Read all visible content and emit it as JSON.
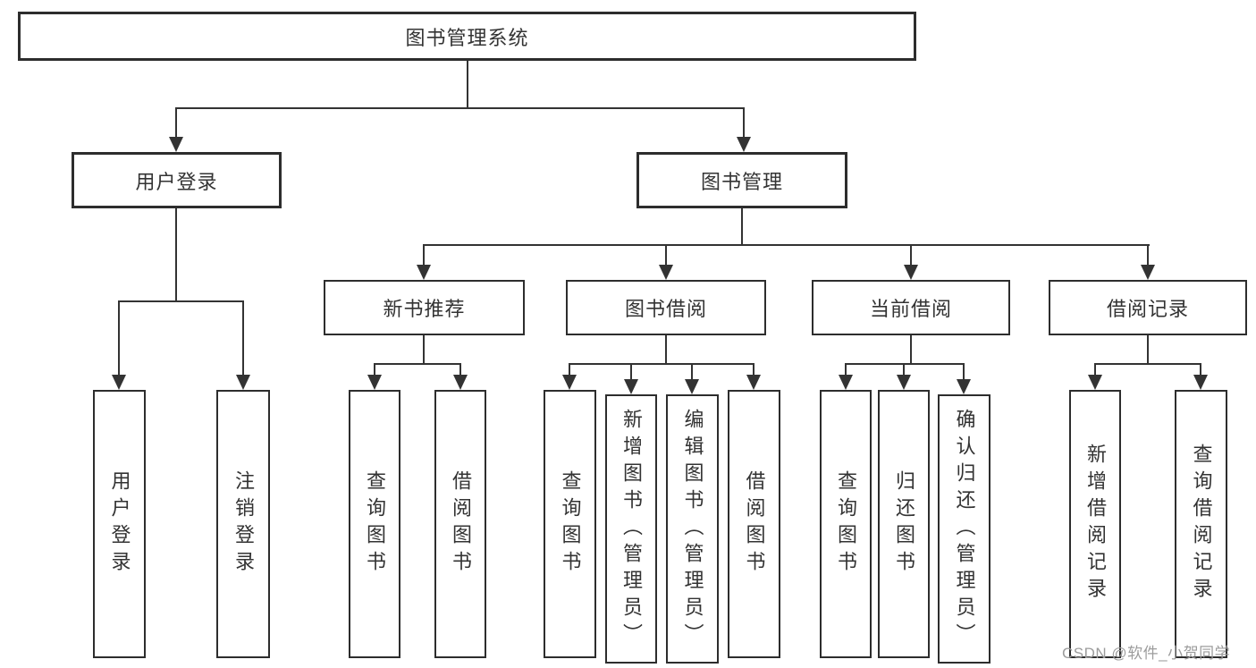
{
  "diagram": {
    "title": "图书管理系统",
    "root": {
      "label": "图书管理系统"
    },
    "level1": [
      {
        "label": "用户登录",
        "children": [
          {
            "label": "用户登录"
          },
          {
            "label": "注销登录"
          }
        ]
      },
      {
        "label": "图书管理",
        "children": [
          {
            "label": "新书推荐",
            "children": [
              {
                "label": "查询图书"
              },
              {
                "label": "借阅图书"
              }
            ]
          },
          {
            "label": "图书借阅",
            "children": [
              {
                "label": "查询图书"
              },
              {
                "label": "新增图书（管理员）"
              },
              {
                "label": "编辑图书（管理员）"
              },
              {
                "label": "借阅图书"
              }
            ]
          },
          {
            "label": "当前借阅",
            "children": [
              {
                "label": "查询图书"
              },
              {
                "label": "归还图书"
              },
              {
                "label": "确认归还（管理员）"
              }
            ]
          },
          {
            "label": "借阅记录",
            "children": [
              {
                "label": "新增借阅记录"
              },
              {
                "label": "查询借阅记录"
              }
            ]
          }
        ]
      }
    ]
  },
  "watermark": {
    "text": "CSDN @软件_小贺同学"
  },
  "colors": {
    "line": "#333333",
    "border": "#2d2d2d",
    "text": "#333333",
    "watermark_text": "#9c9c9c",
    "background": "#ffffff"
  }
}
